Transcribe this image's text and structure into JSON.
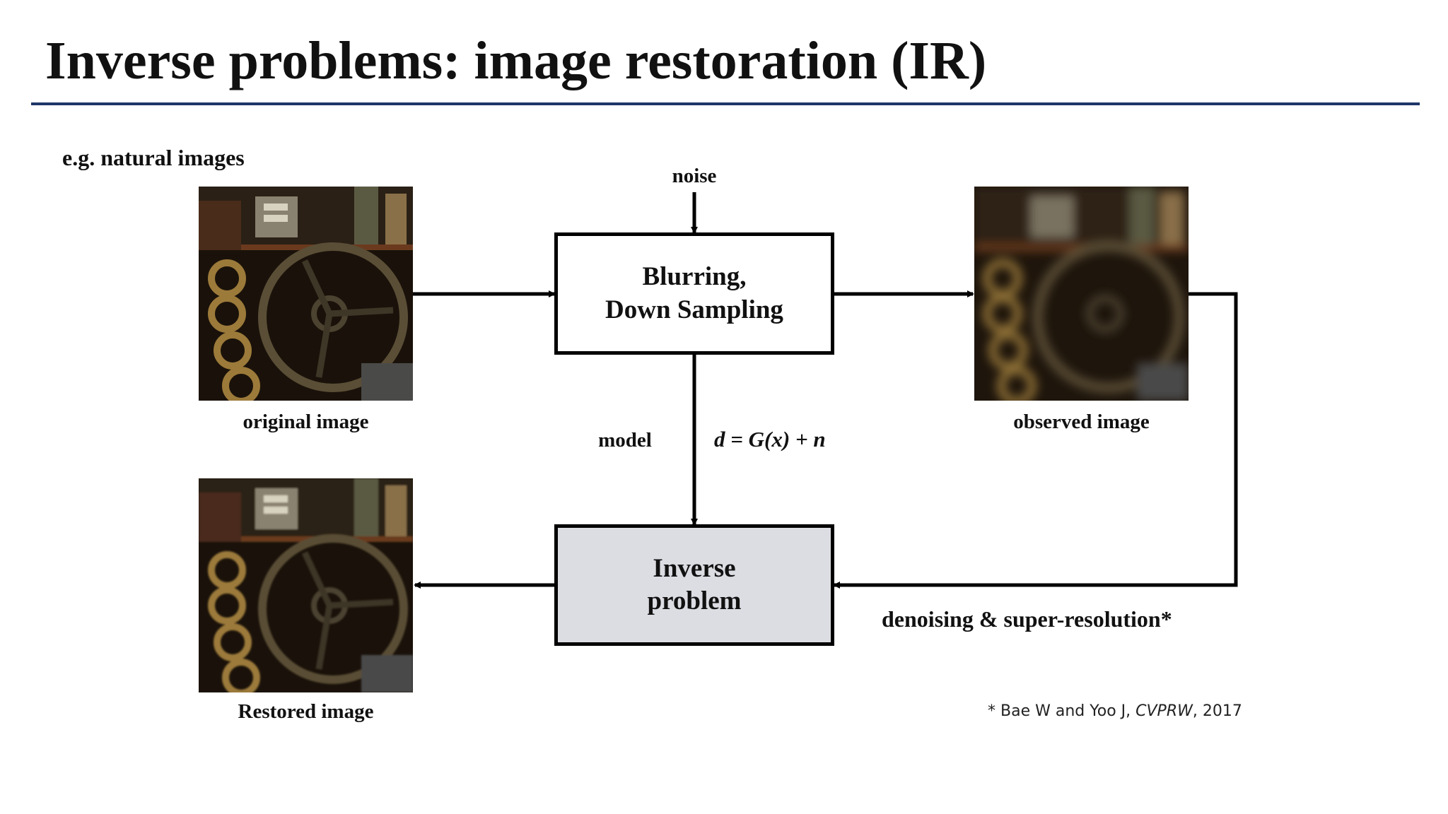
{
  "title": "Inverse problems: image restoration (IR)",
  "subtitle": "e.g. natural images",
  "labels": {
    "noise": "noise",
    "original": "original image",
    "observed": "observed image",
    "restored": "Restored image",
    "model": "model",
    "equation": "d = G(x)  + n",
    "task": "denoising & super-resolution*"
  },
  "boxes": {
    "forward_line1": "Blurring,",
    "forward_line2": "Down Sampling",
    "inverse_line1": "Inverse",
    "inverse_line2": "problem"
  },
  "citation": {
    "prefix": "* Bae W and Yoo J, ",
    "venue": "CVPRW",
    "suffix": ", 2017"
  },
  "colors": {
    "rule": "#1f3668",
    "inverse_box_fill": "#dcdde3",
    "forward_box_fill": "#ffffff"
  }
}
